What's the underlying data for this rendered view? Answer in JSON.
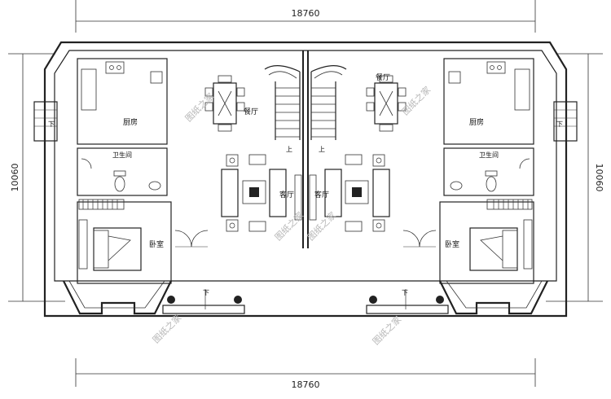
{
  "dimensions": {
    "top_width": "18760",
    "bottom_width": "18760",
    "left_depth": "10060",
    "right_depth": "10060"
  },
  "left_unit": {
    "kitchen": "厨房",
    "bathroom": "卫生间",
    "bedroom": "卧室",
    "dining": "餐厅",
    "living": "客厅",
    "stair_up": "上",
    "entry_down": "下",
    "side_down": "下"
  },
  "right_unit": {
    "kitchen": "厨房",
    "bathroom": "卫生间",
    "bedroom": "卧室",
    "dining": "餐厅",
    "living": "客厅",
    "stair_up": "上",
    "entry_down": "下",
    "side_down": "下"
  },
  "watermarks": [
    "图纸之家",
    "图纸之家",
    "图纸之家",
    "图纸之家",
    "图纸之家",
    "图纸之家"
  ]
}
